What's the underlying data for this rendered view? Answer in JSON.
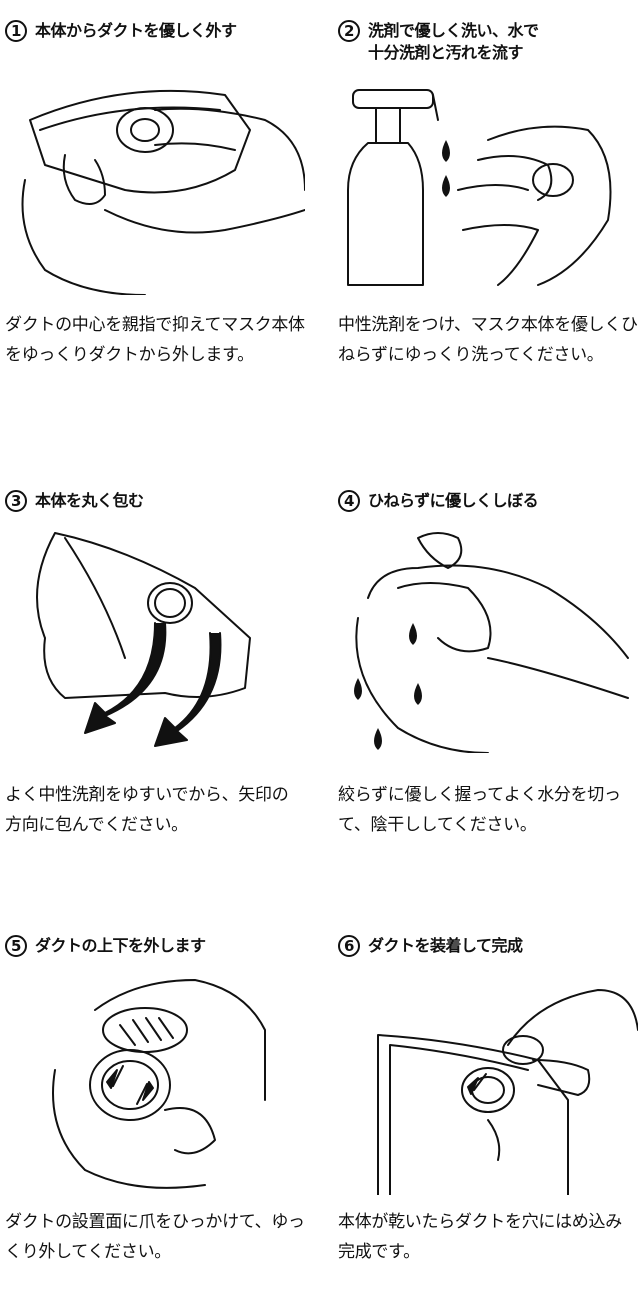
{
  "steps": [
    {
      "number": "1",
      "title": "本体からダクトを優しく外す",
      "description": "ダクトの中心を親指で抑えてマスク本体をゆっくりダクトから外します。"
    },
    {
      "number": "2",
      "title": "洗剤で優しく洗い、水で\n十分洗剤と汚れを流す",
      "description": "中性洗剤をつけ、マスク本体を優しくひねらずにゆっくり洗ってください。"
    },
    {
      "number": "3",
      "title": "本体を丸く包む",
      "description": "よく中性洗剤をゆすいでから、矢印の方向に包んでください。"
    },
    {
      "number": "4",
      "title": "ひねらずに優しくしぼる",
      "description": "絞らずに優しく握ってよく水分を切って、陰干ししてください。"
    },
    {
      "number": "5",
      "title": "ダクトの上下を外します",
      "description": "ダクトの設置面に爪をひっかけて、ゆっくり外してください。"
    },
    {
      "number": "6",
      "title": "ダクトを装着して完成",
      "description": "本体が乾いたらダクトを穴にはめ込み完成です。"
    }
  ]
}
